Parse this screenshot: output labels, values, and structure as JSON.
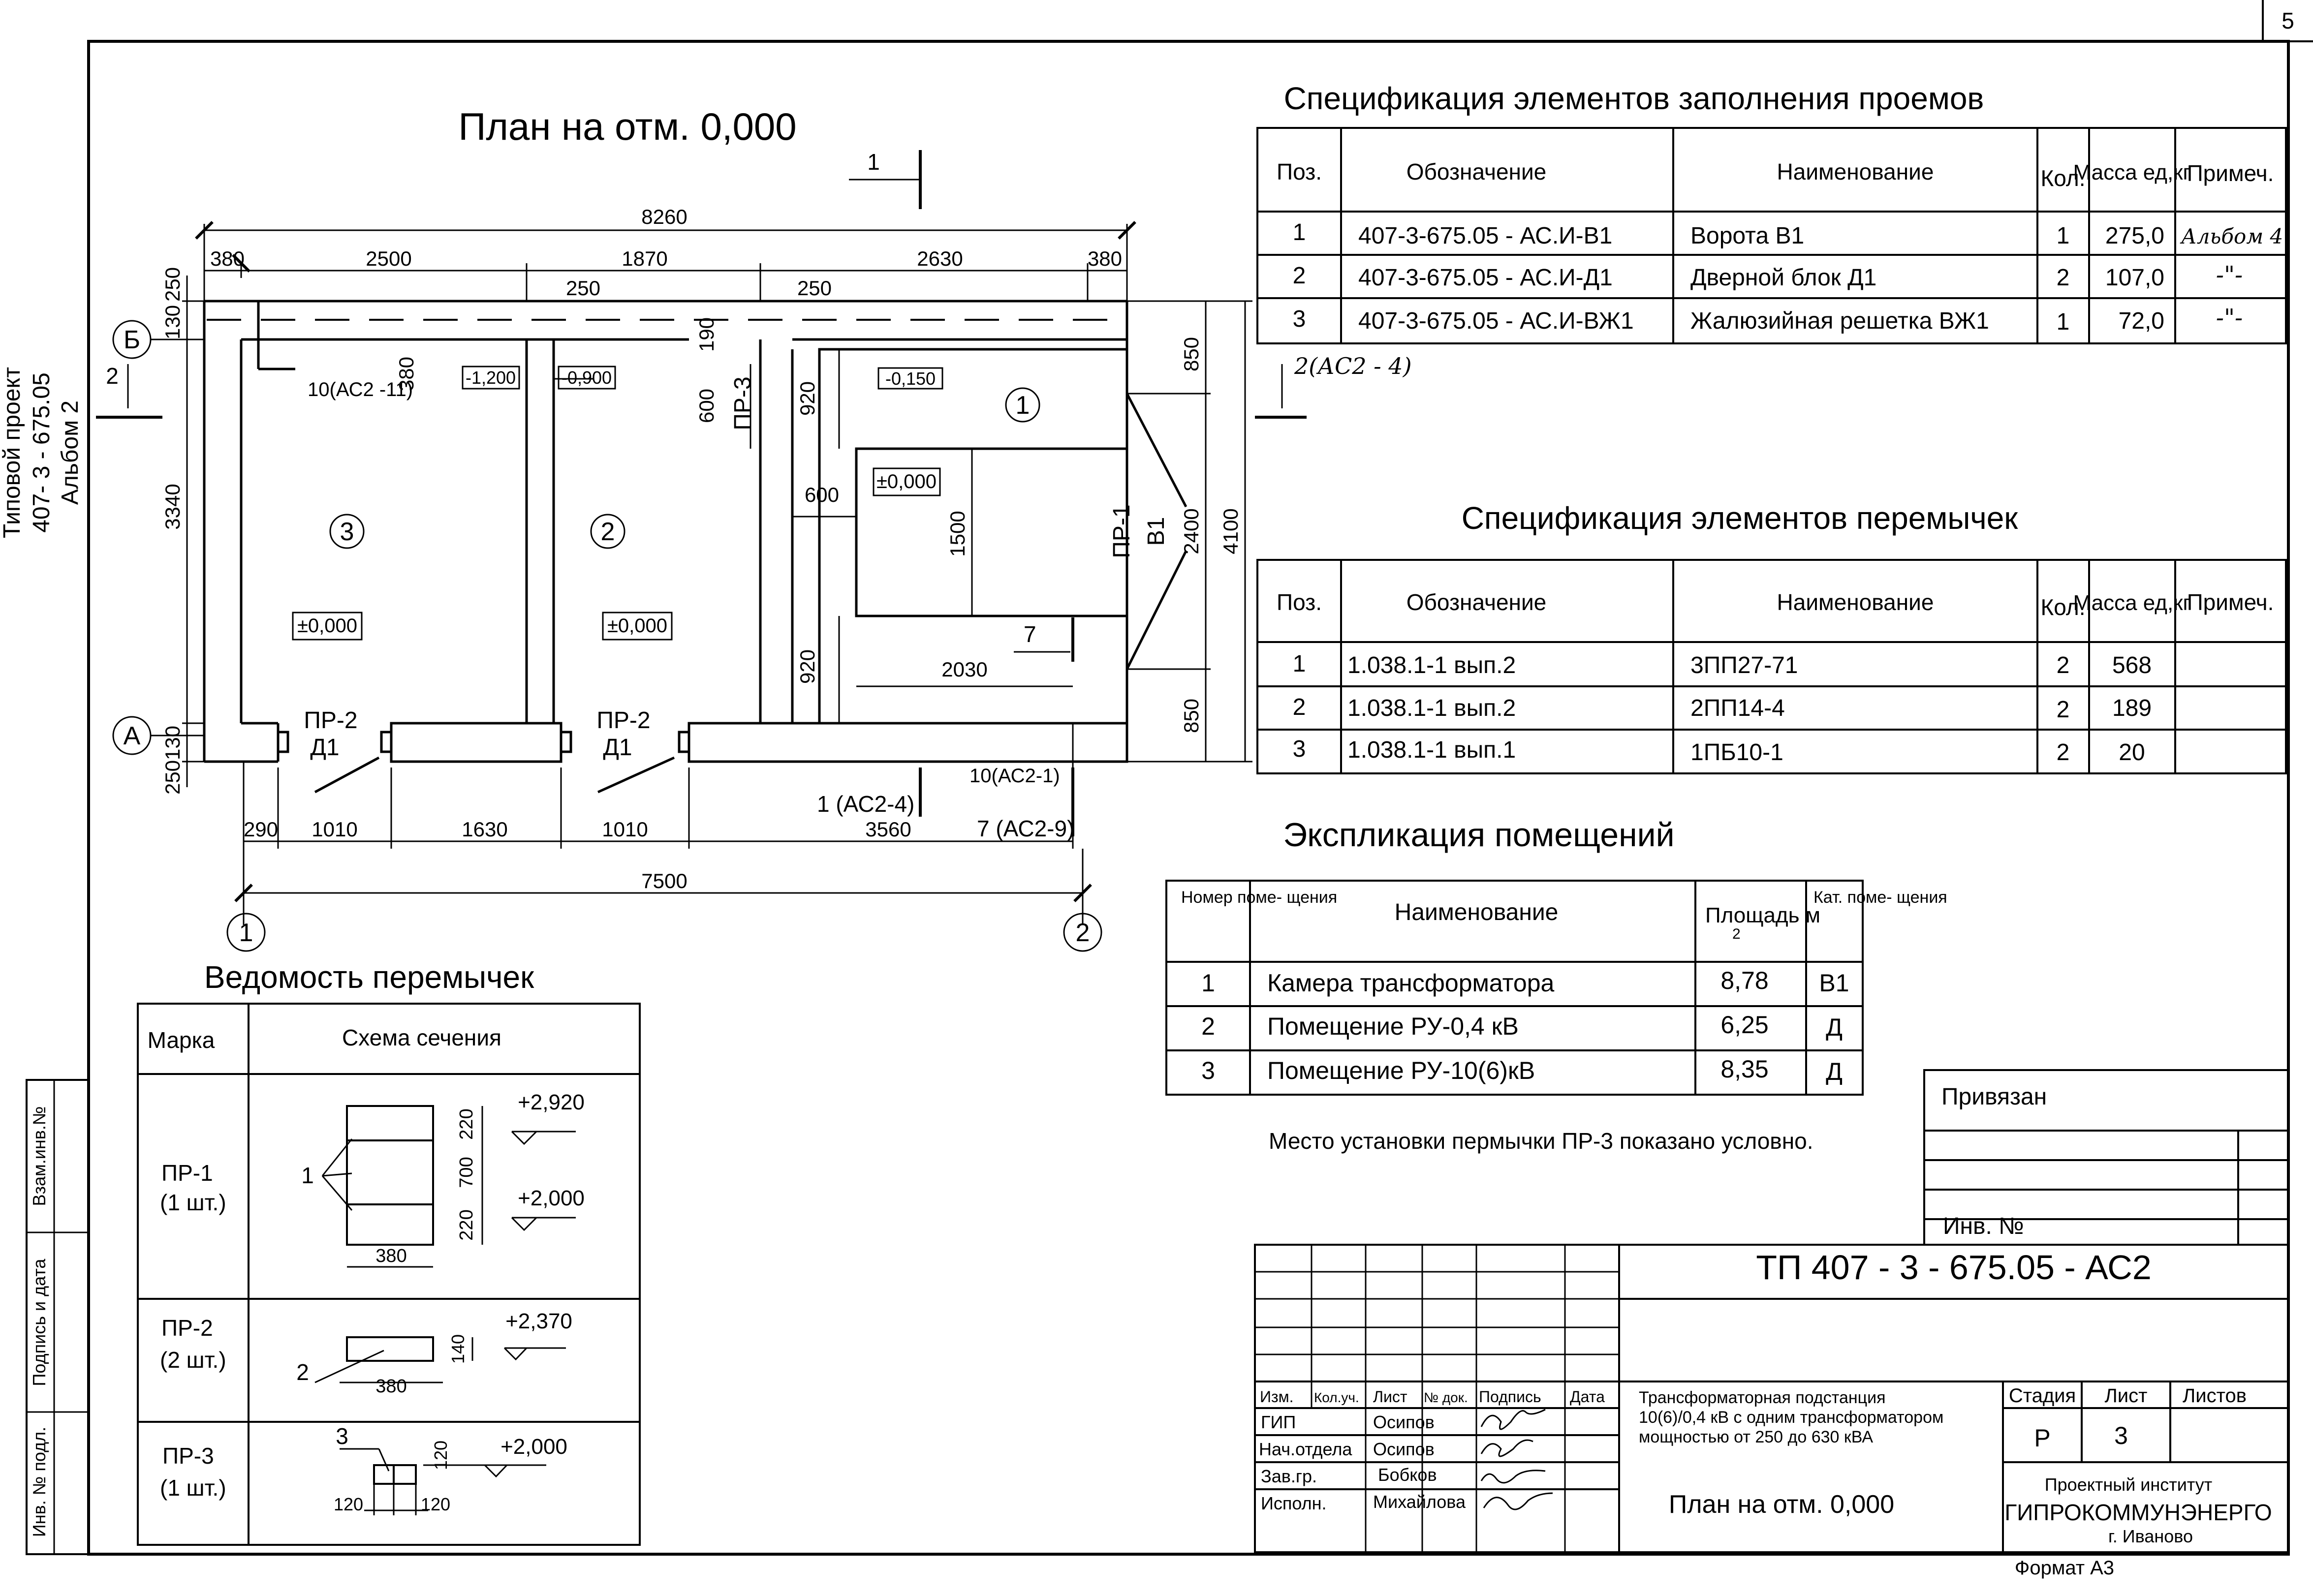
{
  "sheet": {
    "page_no": "5",
    "side_stamp": [
      "Типовой проект",
      "407- 3 - 675.05",
      "Альбом 2"
    ],
    "left_strip": [
      "Взам.инв.№",
      "Подпись и дата",
      "Инв. № подл."
    ],
    "format": "Формат А3"
  },
  "plan": {
    "title": "План на отм. 0,000",
    "dims": {
      "total_top": "8260",
      "top": [
        "380",
        "2500",
        "1870",
        "2630",
        "380"
      ],
      "inner_top": [
        "250",
        "250"
      ],
      "left": [
        "250",
        "130",
        "3340",
        "130",
        "250"
      ],
      "right": [
        "850",
        "2400",
        "850"
      ],
      "right_total": "4100",
      "bottom": [
        "290",
        "1010",
        "1630",
        "1010",
        "3560"
      ],
      "bottom_total": "7500",
      "inner": [
        "380",
        "190",
        "600",
        "920",
        "600",
        "1500",
        "920",
        "2030"
      ]
    },
    "levels": [
      "-1,200",
      "-0,900",
      "-0,150",
      "±0,000",
      "±0,000",
      "±0,000"
    ],
    "rooms": [
      "1",
      "2",
      "3"
    ],
    "axes": [
      "Б",
      "А",
      "1",
      "2"
    ],
    "marks": {
      "pr1": "ПР-1",
      "v1": "В1",
      "pr2a": "ПР-2",
      "d1a": "Д1",
      "pr2b": "ПР-2",
      "d1b": "Д1",
      "pr3": "ПР-3"
    },
    "section_refs": {
      "cut1": "1",
      "cut2": "2",
      "note_10a": "10(АС2 -11)",
      "note_2": "2(АС2 - 4)",
      "note_7": "7",
      "note_10b": "10(АС2-1)",
      "note_1": "1 (АС2-4)",
      "note_7b": "7 (АС2-9)"
    }
  },
  "spec_openings": {
    "title": "Спецификация элементов заполнения проемов",
    "headers": [
      "Поз.",
      "Обозначение",
      "Наименование",
      "Кол.",
      "Масса ед,кг",
      "Примеч."
    ],
    "rows": [
      [
        "1",
        "407-3-675.05 - АС.И-В1",
        "Ворота В1",
        "1",
        "275,0",
        "Альбом 4"
      ],
      [
        "2",
        "407-3-675.05 - АС.И-Д1",
        "Дверной блок Д1",
        "2",
        "107,0",
        "-\"-"
      ],
      [
        "3",
        "407-3-675.05 - АС.И-ВЖ1",
        "Жалюзийная решетка ВЖ1",
        "1",
        "72,0",
        "-\"-"
      ]
    ]
  },
  "spec_lintels": {
    "title": "Спецификация элементов перемычек",
    "headers": [
      "Поз.",
      "Обозначение",
      "Наименование",
      "Кол.",
      "Масса ед,кг",
      "Примеч."
    ],
    "rows": [
      [
        "1",
        "1.038.1-1 вып.2",
        "3ПП27-71",
        "2",
        "568",
        ""
      ],
      [
        "2",
        "1.038.1-1 вып.2",
        "2ПП14-4",
        "2",
        "189",
        ""
      ],
      [
        "3",
        "1.038.1-1 вып.1",
        "1ПБ10-1",
        "2",
        "20",
        ""
      ]
    ]
  },
  "explication": {
    "title": "Экспликация помещений",
    "headers": [
      "Номер поме- щения",
      "Наименование",
      "Площадь м",
      "2",
      "Кат. поме- щения"
    ],
    "rows": [
      [
        "1",
        "Камера трансформатора",
        "8,78",
        "В1"
      ],
      [
        "2",
        "Помещение   РУ-0,4 кВ",
        "6,25",
        "Д"
      ],
      [
        "3",
        "Помещение   РУ-10(6)кВ",
        "8,35",
        "Д"
      ]
    ]
  },
  "note": "Место установки пермычки ПР-3 показано условно.",
  "lintel_list": {
    "title": "Ведомость перемычек",
    "headers": [
      "Марка",
      "Схема сечения"
    ],
    "rows": [
      {
        "mark": "ПР-1",
        "qty": "(1 шт.)",
        "dims": [
          "220",
          "700",
          "220",
          "380"
        ],
        "levels": [
          "+2,920",
          "+2,000"
        ],
        "pos": "1"
      },
      {
        "mark": "ПР-2",
        "qty": "(2 шт.)",
        "dims": [
          "140",
          "380"
        ],
        "levels": [
          "+2,370"
        ],
        "pos": "2"
      },
      {
        "mark": "ПР-3",
        "qty": "(1 шт.)",
        "dims": [
          "120",
          "120",
          "120"
        ],
        "levels": [
          "+2,000"
        ],
        "pos": "3"
      }
    ]
  },
  "binding": {
    "title": "Привязан",
    "inv": "Инв. №"
  },
  "title_block": {
    "code": "ТП   407 - 3 - 675.05 - АС2",
    "col_headers": [
      "Изм.",
      "Кол.уч.",
      "Лист",
      "№ док.",
      "Подпись",
      "Дата"
    ],
    "roles": [
      [
        "ГИП",
        "Осипов"
      ],
      [
        "Нач.отдела",
        "Осипов"
      ],
      [
        "Зав.гр.",
        "Бобков"
      ],
      [
        "Исполн.",
        "Михайлова"
      ]
    ],
    "object": [
      "Трансформаторная подстанция",
      "10(6)/0,4 кВ с одним трансформатором",
      "мощностью от 250 до 630 кВА"
    ],
    "stage_headers": [
      "Стадия",
      "Лист",
      "Листов"
    ],
    "stage": "Р",
    "sheet": "3",
    "drawing": "План на отм. 0,000",
    "org": [
      "Проектный институт",
      "ГИПРОКОММУНЭНЕРГО",
      "г. Иваново"
    ]
  }
}
